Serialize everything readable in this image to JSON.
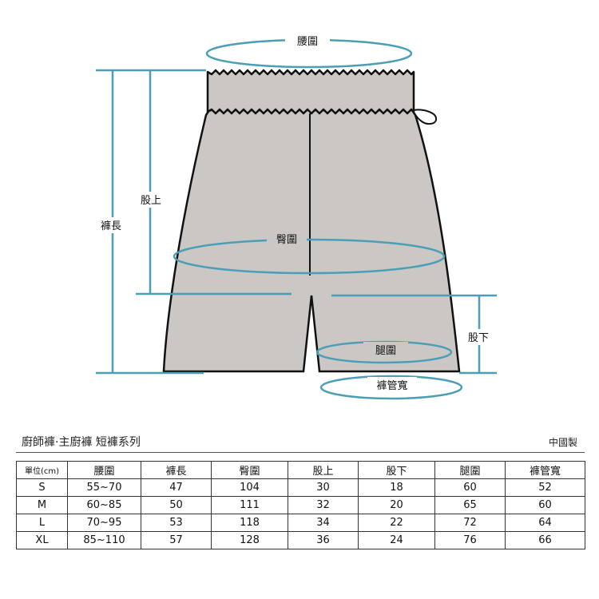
{
  "diagram": {
    "labels": {
      "waist": "腰圍",
      "length": "褲長",
      "rise": "股上",
      "hip": "臀圍",
      "inseam": "股下",
      "thigh": "腿圍",
      "hem": "褲管寬"
    },
    "colors": {
      "measure": "#4a9eb5",
      "fabric": "#cbc7c5",
      "outline": "#111111"
    }
  },
  "footer": {
    "title": "廚師褲·主廚褲 短褲系列",
    "origin": "中國製"
  },
  "table": {
    "headers": [
      "單位(cm)",
      "腰圍",
      "褲長",
      "臀圍",
      "股上",
      "股下",
      "腿圍",
      "褲管寬"
    ],
    "rows": [
      [
        "S",
        "55~70",
        "47",
        "104",
        "30",
        "18",
        "60",
        "52"
      ],
      [
        "M",
        "60~85",
        "50",
        "111",
        "32",
        "20",
        "65",
        "60"
      ],
      [
        "L",
        "70~95",
        "53",
        "118",
        "34",
        "22",
        "72",
        "64"
      ],
      [
        "XL",
        "85~110",
        "57",
        "128",
        "36",
        "24",
        "76",
        "66"
      ]
    ]
  }
}
